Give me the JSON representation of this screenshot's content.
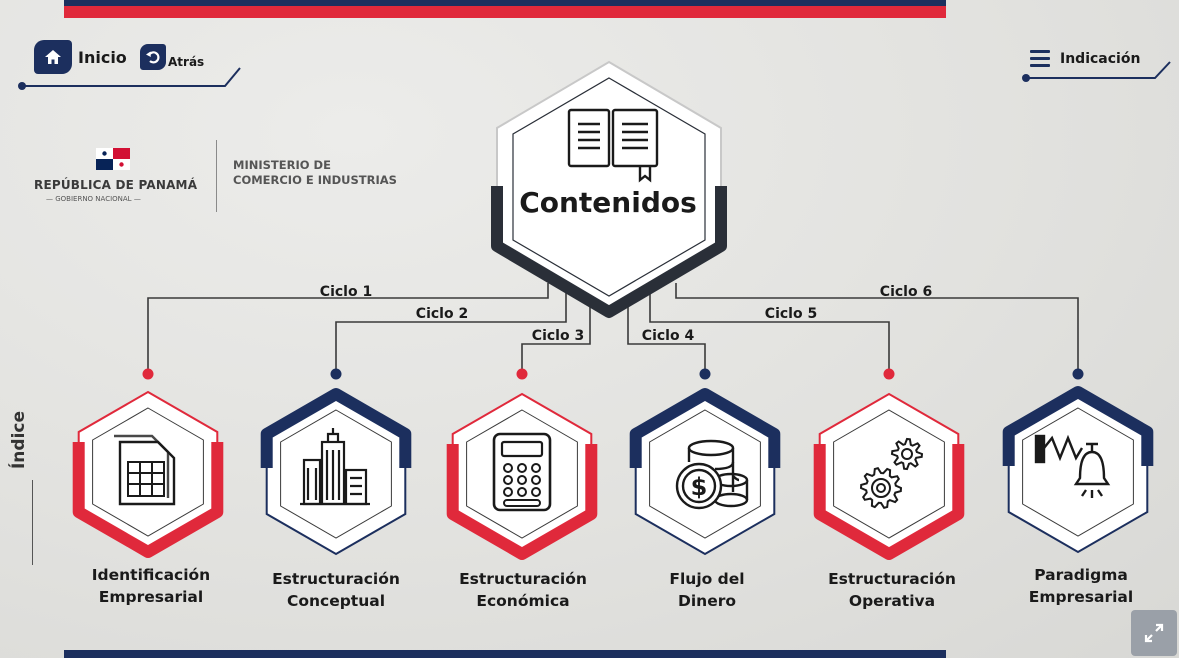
{
  "nav": {
    "home_label": "Inicio",
    "back_label": "Atrás",
    "indicacion_label": "Indicación"
  },
  "logo": {
    "country": "REPÚBLICA DE PANAMÁ",
    "government": "GOBIERNO NACIONAL",
    "ministry_line1": "MINISTERIO DE",
    "ministry_line2": "COMERCIO E INDUSTRIAS"
  },
  "central": {
    "title": "Contenidos"
  },
  "side_label": "Índice",
  "cycles": [
    {
      "label": "Ciclo 1",
      "title_line1": "Identificación",
      "title_line2": "Empresarial",
      "icon": "document-spreadsheet-icon",
      "color": "red"
    },
    {
      "label": "Ciclo 2",
      "title_line1": "Estructuración",
      "title_line2": "Conceptual",
      "icon": "buildings-icon",
      "color": "navy"
    },
    {
      "label": "Ciclo 3",
      "title_line1": "Estructuración",
      "title_line2": "Económica",
      "icon": "calculator-icon",
      "color": "red"
    },
    {
      "label": "Ciclo 4",
      "title_line1": "Flujo del",
      "title_line2": "Dinero",
      "icon": "coins-icon",
      "color": "navy"
    },
    {
      "label": "Ciclo 5",
      "title_line1": "Estructuración",
      "title_line2": "Operativa",
      "icon": "gears-icon",
      "color": "red"
    },
    {
      "label": "Ciclo 6",
      "title_line1": "Paradigma",
      "title_line2": "Empresarial",
      "icon": "boxing-glove-bell-icon",
      "color": "navy"
    }
  ],
  "colors": {
    "navy": "#1c2f5e",
    "red": "#e0293b",
    "dark": "#2a2f38"
  }
}
